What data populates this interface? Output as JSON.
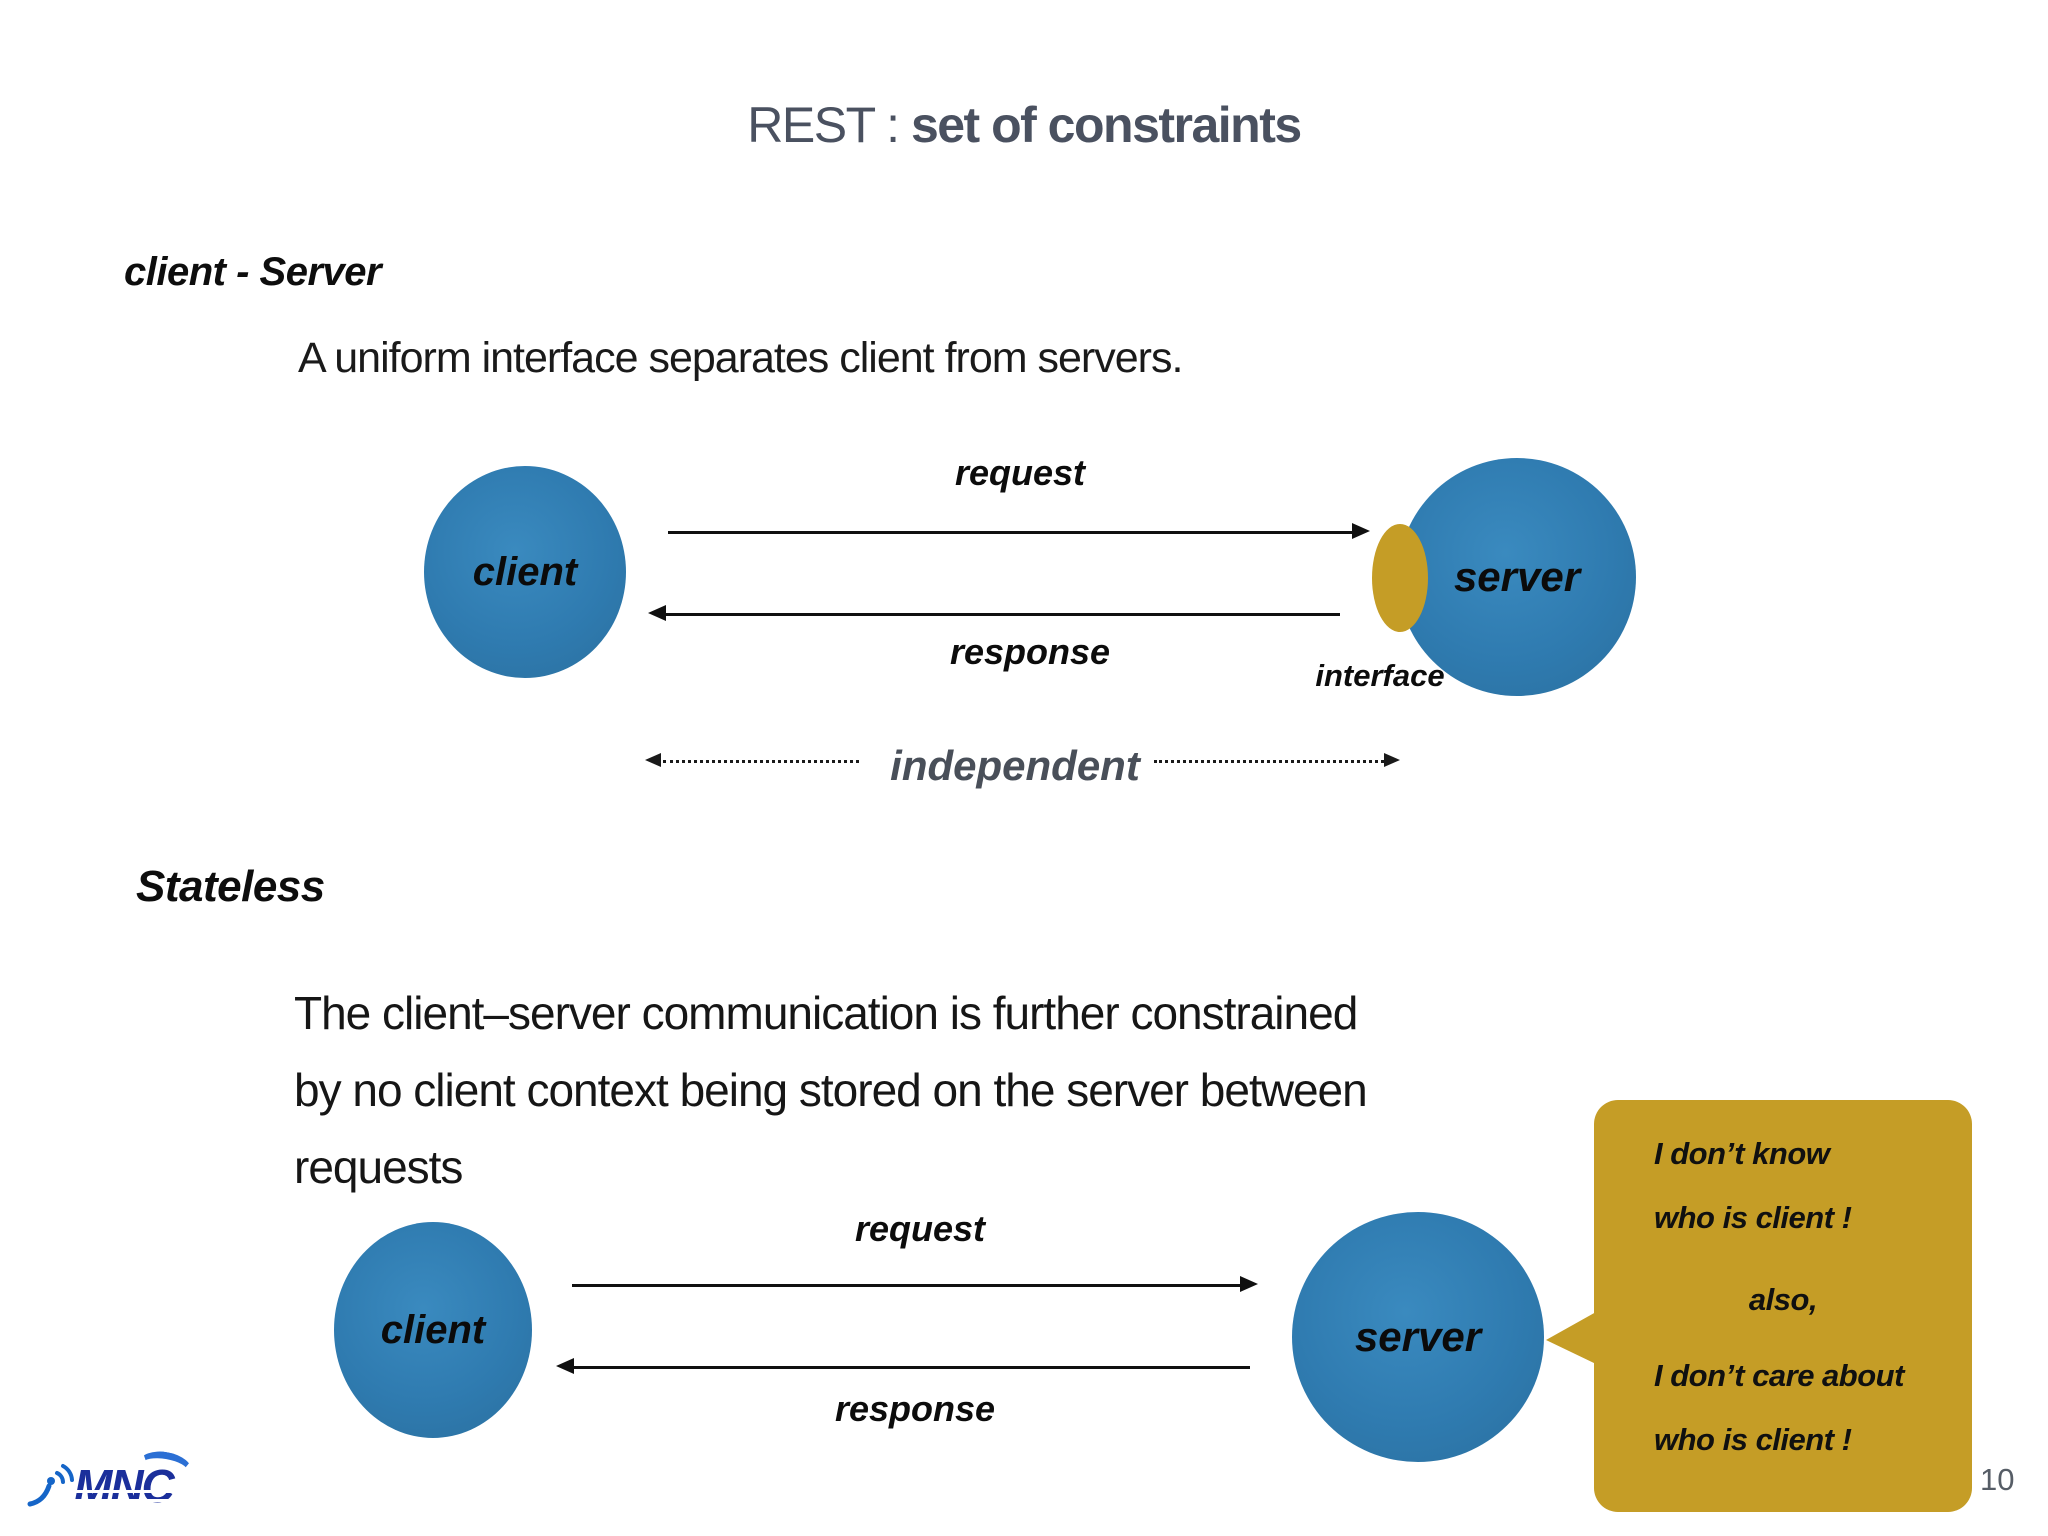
{
  "slide": {
    "title_prefix": "REST :",
    "title_emphasis": "set of constraints",
    "page_number": "10",
    "logo_text": "MNC"
  },
  "client_server": {
    "heading": "client - Server",
    "description": "A uniform interface separates client from servers.",
    "client_label": "client",
    "server_label": "server",
    "request_label": "request",
    "response_label": "response",
    "interface_label": "interface",
    "independent_label": "independent"
  },
  "stateless": {
    "heading": "Stateless",
    "line1": "The client–server communication is further constrained",
    "line2": "by no client context being stored on the server between",
    "line3": "requests",
    "client_label": "client",
    "server_label": "server",
    "request_label": "request",
    "response_label": "response",
    "bubble_line1": "I don’t know",
    "bubble_line2": "who is client !",
    "bubble_line3": "also,",
    "bubble_line4": "I don’t care about",
    "bubble_line5": "who is client !"
  },
  "colors": {
    "circle_blue": "#2f7bb0",
    "gold": "#c59d26",
    "title_color": "#4a5160",
    "independent_gray": "#494f59",
    "text_dark": "#141414",
    "page_number_gray": "#565d66",
    "logo_blue": "#1b2f9b"
  }
}
